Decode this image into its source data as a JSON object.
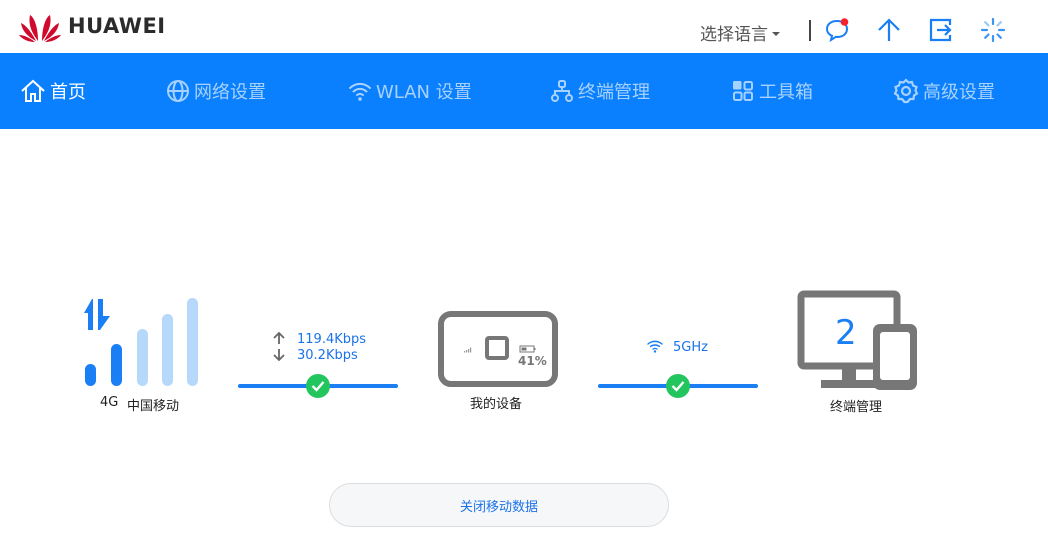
{
  "header": {
    "brand": "HUAWEI",
    "language_label": "选择语言",
    "icons": [
      "message-icon",
      "upload-icon",
      "logout-icon",
      "loading-icon"
    ],
    "notification_dot_color": "#f5222d"
  },
  "nav": {
    "background": "#0a80ff",
    "items": [
      {
        "label": "首页",
        "icon": "home-icon",
        "active": true
      },
      {
        "label": "网络设置",
        "icon": "globe-icon",
        "active": false
      },
      {
        "label": "WLAN 设置",
        "icon": "wifi-icon",
        "active": false
      },
      {
        "label": "终端管理",
        "icon": "network-tree-icon",
        "active": false
      },
      {
        "label": "工具箱",
        "icon": "grid-icon",
        "active": false
      },
      {
        "label": "高级设置",
        "icon": "gear-icon",
        "active": false
      }
    ]
  },
  "status": {
    "network_type": "4G",
    "carrier": "中国移动",
    "signal_bars_active": 2,
    "signal_bars_total": 5,
    "upload_speed": "119.4Kbps",
    "download_speed": "30.2Kbps",
    "device_label": "我的设备",
    "battery": "41%",
    "wifi_band": "5GHz",
    "connected_devices": "2",
    "terminal_label": "终端管理"
  },
  "actions": {
    "mobile_data_button": "关闭移动数据"
  }
}
